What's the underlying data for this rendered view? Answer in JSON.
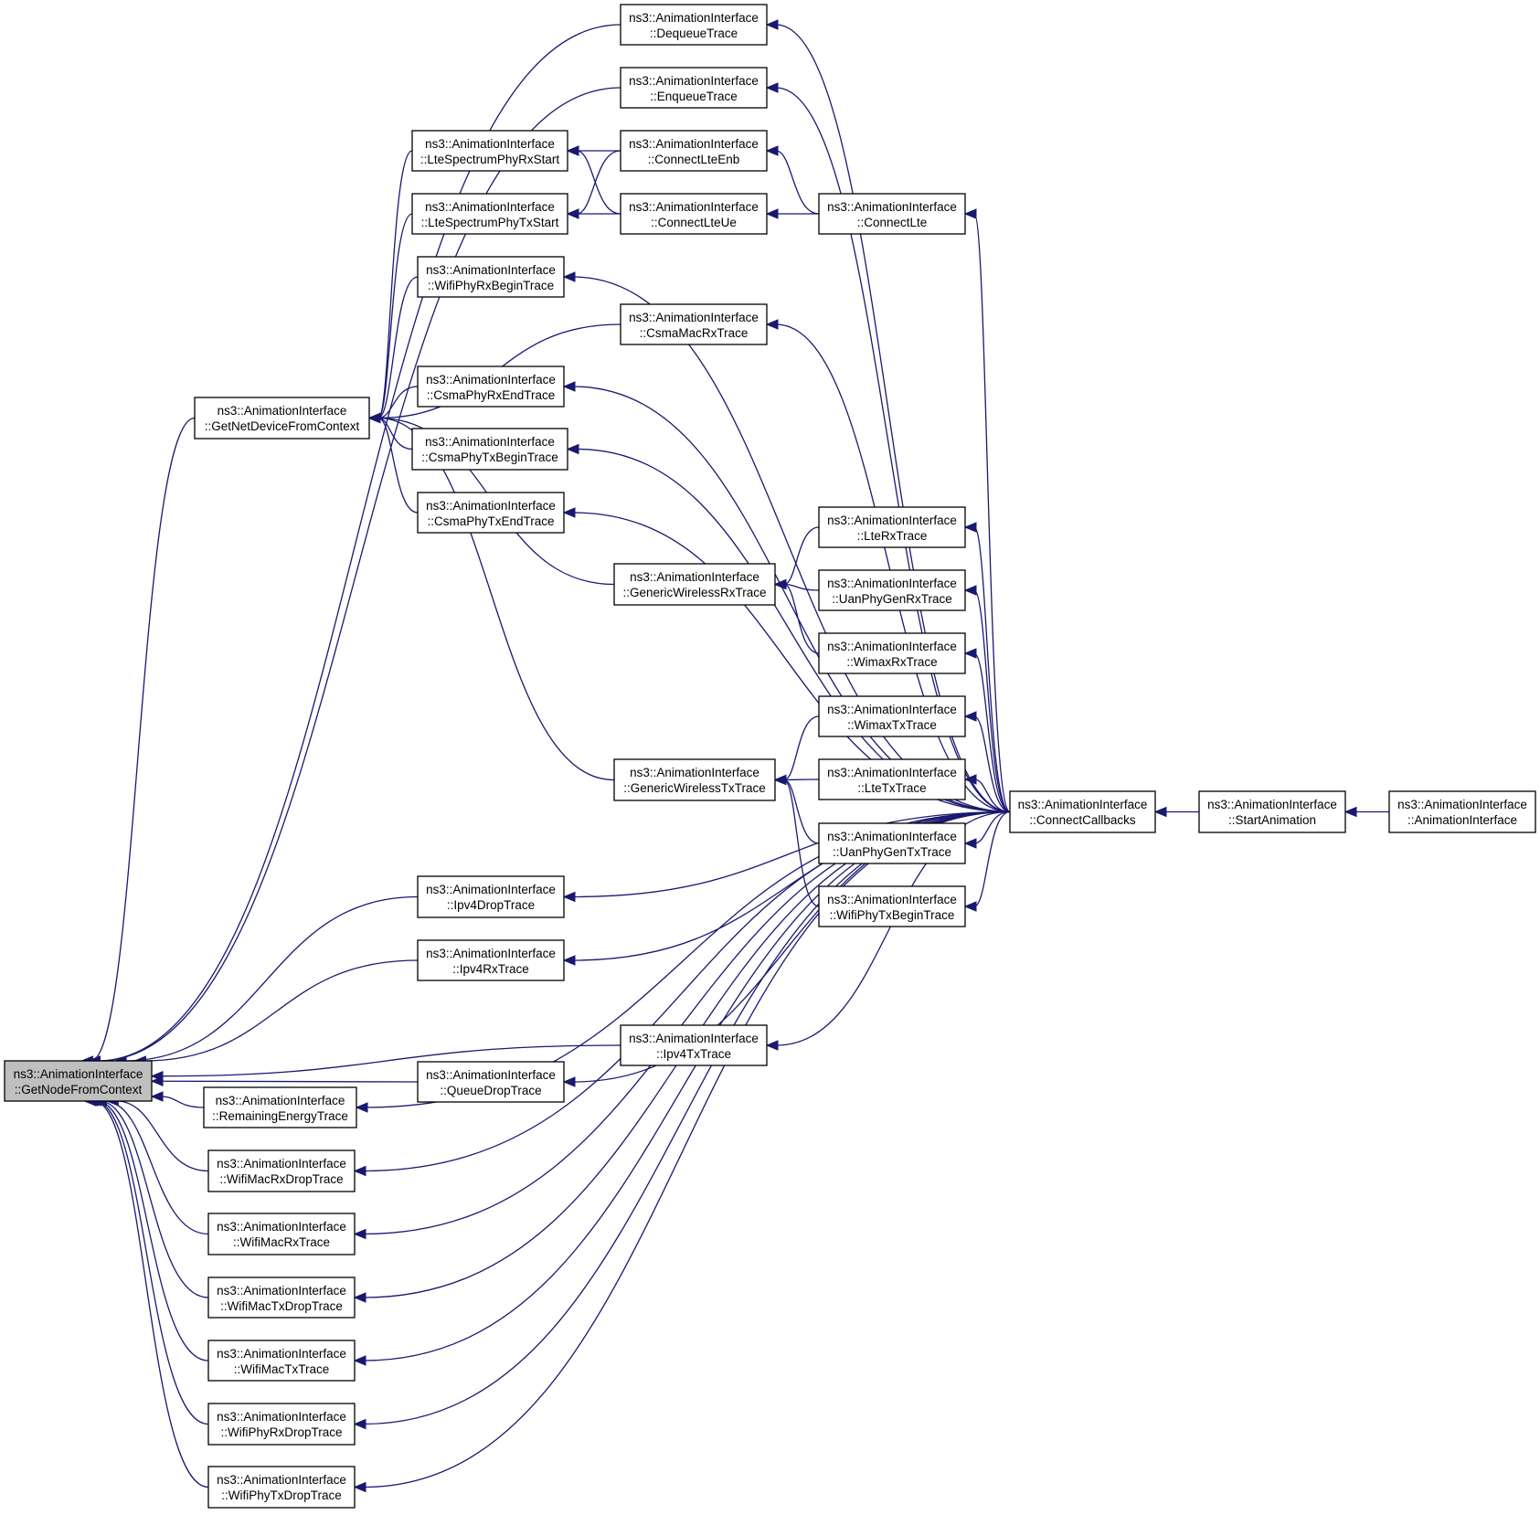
{
  "diagram": {
    "type": "doxygen caller graph",
    "colors": {
      "edge": "#191970",
      "focus_fill": "#bfbfbf",
      "node_fill": "#ffffff",
      "node_border": "#000000"
    },
    "nodes": [
      {
        "id": "getnodefromcontext",
        "line1": "ns3::AnimationInterface",
        "line2": "::GetNodeFromContext",
        "focus": true
      },
      {
        "id": "getnetdevicefromcontext",
        "line1": "ns3::AnimationInterface",
        "line2": "::GetNetDeviceFromContext"
      },
      {
        "id": "dequeuetrace",
        "line1": "ns3::AnimationInterface",
        "line2": "::DequeueTrace"
      },
      {
        "id": "enqueuetrace",
        "line1": "ns3::AnimationInterface",
        "line2": "::EnqueueTrace"
      },
      {
        "id": "ltespectrumphyrxstart",
        "line1": "ns3::AnimationInterface",
        "line2": "::LteSpectrumPhyRxStart"
      },
      {
        "id": "ltespectrumphytxstart",
        "line1": "ns3::AnimationInterface",
        "line2": "::LteSpectrumPhyTxStart"
      },
      {
        "id": "connectlteenb",
        "line1": "ns3::AnimationInterface",
        "line2": "::ConnectLteEnb"
      },
      {
        "id": "connectlteue",
        "line1": "ns3::AnimationInterface",
        "line2": "::ConnectLteUe"
      },
      {
        "id": "connectlte",
        "line1": "ns3::AnimationInterface",
        "line2": "::ConnectLte"
      },
      {
        "id": "wifiphyrxbegintrace",
        "line1": "ns3::AnimationInterface",
        "line2": "::WifiPhyRxBeginTrace"
      },
      {
        "id": "csmamacrxtrace",
        "line1": "ns3::AnimationInterface",
        "line2": "::CsmaMacRxTrace"
      },
      {
        "id": "csmaphyrxendtrace",
        "line1": "ns3::AnimationInterface",
        "line2": "::CsmaPhyRxEndTrace"
      },
      {
        "id": "csmaphytxbegintrace",
        "line1": "ns3::AnimationInterface",
        "line2": "::CsmaPhyTxBeginTrace"
      },
      {
        "id": "csmaphytxendtrace",
        "line1": "ns3::AnimationInterface",
        "line2": "::CsmaPhyTxEndTrace"
      },
      {
        "id": "ltetrxtrace",
        "line1": "ns3::AnimationInterface",
        "line2": "::LteRxTrace"
      },
      {
        "id": "genericwirelessrxtrace",
        "line1": "ns3::AnimationInterface",
        "line2": "::GenericWirelessRxTrace"
      },
      {
        "id": "uanphygenrxtrace",
        "line1": "ns3::AnimationInterface",
        "line2": "::UanPhyGenRxTrace"
      },
      {
        "id": "wimaxrxtrace",
        "line1": "ns3::AnimationInterface",
        "line2": "::WimaxRxTrace"
      },
      {
        "id": "wimaxtxtrace",
        "line1": "ns3::AnimationInterface",
        "line2": "::WimaxTxTrace"
      },
      {
        "id": "genericwirelesstxtrace",
        "line1": "ns3::AnimationInterface",
        "line2": "::GenericWirelessTxTrace"
      },
      {
        "id": "ltetxtrace",
        "line1": "ns3::AnimationInterface",
        "line2": "::LteTxTrace"
      },
      {
        "id": "uanphygentxtrace",
        "line1": "ns3::AnimationInterface",
        "line2": "::UanPhyGenTxTrace"
      },
      {
        "id": "wifiphytxbegintrace",
        "line1": "ns3::AnimationInterface",
        "line2": "::WifiPhyTxBeginTrace"
      },
      {
        "id": "connectcallbacks",
        "line1": "ns3::AnimationInterface",
        "line2": "::ConnectCallbacks"
      },
      {
        "id": "startanimation",
        "line1": "ns3::AnimationInterface",
        "line2": "::StartAnimation"
      },
      {
        "id": "animationinterface",
        "line1": "ns3::AnimationInterface",
        "line2": "::AnimationInterface"
      },
      {
        "id": "ipv4droptrace",
        "line1": "ns3::AnimationInterface",
        "line2": "::Ipv4DropTrace"
      },
      {
        "id": "ipv4rxtrace",
        "line1": "ns3::AnimationInterface",
        "line2": "::Ipv4RxTrace"
      },
      {
        "id": "ipv4txtrace",
        "line1": "ns3::AnimationInterface",
        "line2": "::Ipv4TxTrace"
      },
      {
        "id": "queuedroptrace",
        "line1": "ns3::AnimationInterface",
        "line2": "::QueueDropTrace"
      },
      {
        "id": "remainingenergytrace",
        "line1": "ns3::AnimationInterface",
        "line2": "::RemainingEnergyTrace"
      },
      {
        "id": "wifimacrxdroptrace",
        "line1": "ns3::AnimationInterface",
        "line2": "::WifiMacRxDropTrace"
      },
      {
        "id": "wifimacrxtrace",
        "line1": "ns3::AnimationInterface",
        "line2": "::WifiMacRxTrace"
      },
      {
        "id": "wifimactxdroptrace",
        "line1": "ns3::AnimationInterface",
        "line2": "::WifiMacTxDropTrace"
      },
      {
        "id": "wifimactxtrace",
        "line1": "ns3::AnimationInterface",
        "line2": "::WifiMacTxTrace"
      },
      {
        "id": "wifiphyrxdroptrace",
        "line1": "ns3::AnimationInterface",
        "line2": "::WifiPhyRxDropTrace"
      },
      {
        "id": "wifiphytxdroptrace",
        "line1": "ns3::AnimationInterface",
        "line2": "::WifiPhyTxDropTrace"
      }
    ],
    "edges": [
      {
        "from": "dequeuetrace",
        "to": "getnodefromcontext"
      },
      {
        "from": "enqueuetrace",
        "to": "getnodefromcontext"
      },
      {
        "from": "getnetdevicefromcontext",
        "to": "getnodefromcontext"
      },
      {
        "from": "ipv4droptrace",
        "to": "getnodefromcontext"
      },
      {
        "from": "ipv4rxtrace",
        "to": "getnodefromcontext"
      },
      {
        "from": "ipv4txtrace",
        "to": "getnodefromcontext"
      },
      {
        "from": "queuedroptrace",
        "to": "getnodefromcontext"
      },
      {
        "from": "remainingenergytrace",
        "to": "getnodefromcontext"
      },
      {
        "from": "wifimacrxdroptrace",
        "to": "getnodefromcontext"
      },
      {
        "from": "wifimacrxtrace",
        "to": "getnodefromcontext"
      },
      {
        "from": "wifimactxdroptrace",
        "to": "getnodefromcontext"
      },
      {
        "from": "wifimactxtrace",
        "to": "getnodefromcontext"
      },
      {
        "from": "wifiphyrxdroptrace",
        "to": "getnodefromcontext"
      },
      {
        "from": "wifiphytxdroptrace",
        "to": "getnodefromcontext"
      },
      {
        "from": "ltespectrumphyrxstart",
        "to": "getnetdevicefromcontext"
      },
      {
        "from": "ltespectrumphytxstart",
        "to": "getnetdevicefromcontext"
      },
      {
        "from": "wifiphyrxbegintrace",
        "to": "getnetdevicefromcontext"
      },
      {
        "from": "csmamacrxtrace",
        "to": "getnetdevicefromcontext"
      },
      {
        "from": "csmaphyrxendtrace",
        "to": "getnetdevicefromcontext"
      },
      {
        "from": "csmaphytxbegintrace",
        "to": "getnetdevicefromcontext"
      },
      {
        "from": "csmaphytxendtrace",
        "to": "getnetdevicefromcontext"
      },
      {
        "from": "genericwirelessrxtrace",
        "to": "getnetdevicefromcontext"
      },
      {
        "from": "genericwirelesstxtrace",
        "to": "getnetdevicefromcontext"
      },
      {
        "from": "connectlteenb",
        "to": "ltespectrumphyrxstart"
      },
      {
        "from": "connectlteue",
        "to": "ltespectrumphyrxstart"
      },
      {
        "from": "connectlteenb",
        "to": "ltespectrumphytxstart"
      },
      {
        "from": "connectlteue",
        "to": "ltespectrumphytxstart"
      },
      {
        "from": "connectlte",
        "to": "connectlteenb"
      },
      {
        "from": "connectlte",
        "to": "connectlteue"
      },
      {
        "from": "ltetrxtrace",
        "to": "genericwirelessrxtrace"
      },
      {
        "from": "uanphygenrxtrace",
        "to": "genericwirelessrxtrace"
      },
      {
        "from": "wimaxrxtrace",
        "to": "genericwirelessrxtrace"
      },
      {
        "from": "wimaxtxtrace",
        "to": "genericwirelesstxtrace"
      },
      {
        "from": "ltetxtrace",
        "to": "genericwirelesstxtrace"
      },
      {
        "from": "uanphygentxtrace",
        "to": "genericwirelesstxtrace"
      },
      {
        "from": "wifiphytxbegintrace",
        "to": "genericwirelesstxtrace"
      },
      {
        "from": "connectcallbacks",
        "to": "dequeuetrace"
      },
      {
        "from": "connectcallbacks",
        "to": "enqueuetrace"
      },
      {
        "from": "connectcallbacks",
        "to": "connectlte"
      },
      {
        "from": "connectcallbacks",
        "to": "wifiphyrxbegintrace"
      },
      {
        "from": "connectcallbacks",
        "to": "csmamacrxtrace"
      },
      {
        "from": "connectcallbacks",
        "to": "csmaphyrxendtrace"
      },
      {
        "from": "connectcallbacks",
        "to": "csmaphytxbegintrace"
      },
      {
        "from": "connectcallbacks",
        "to": "csmaphytxendtrace"
      },
      {
        "from": "connectcallbacks",
        "to": "ltetrxtrace"
      },
      {
        "from": "connectcallbacks",
        "to": "uanphygenrxtrace"
      },
      {
        "from": "connectcallbacks",
        "to": "wimaxrxtrace"
      },
      {
        "from": "connectcallbacks",
        "to": "wimaxtxtrace"
      },
      {
        "from": "connectcallbacks",
        "to": "ltetxtrace"
      },
      {
        "from": "connectcallbacks",
        "to": "uanphygentxtrace"
      },
      {
        "from": "connectcallbacks",
        "to": "wifiphytxbegintrace"
      },
      {
        "from": "connectcallbacks",
        "to": "ipv4droptrace"
      },
      {
        "from": "connectcallbacks",
        "to": "ipv4rxtrace"
      },
      {
        "from": "connectcallbacks",
        "to": "ipv4txtrace"
      },
      {
        "from": "connectcallbacks",
        "to": "queuedroptrace"
      },
      {
        "from": "connectcallbacks",
        "to": "remainingenergytrace"
      },
      {
        "from": "connectcallbacks",
        "to": "wifimacrxdroptrace"
      },
      {
        "from": "connectcallbacks",
        "to": "wifimacrxtrace"
      },
      {
        "from": "connectcallbacks",
        "to": "wifimactxdroptrace"
      },
      {
        "from": "connectcallbacks",
        "to": "wifimactxtrace"
      },
      {
        "from": "connectcallbacks",
        "to": "wifiphyrxdroptrace"
      },
      {
        "from": "connectcallbacks",
        "to": "wifiphytxdroptrace"
      },
      {
        "from": "startanimation",
        "to": "connectcallbacks"
      },
      {
        "from": "animationinterface",
        "to": "startanimation"
      }
    ]
  }
}
